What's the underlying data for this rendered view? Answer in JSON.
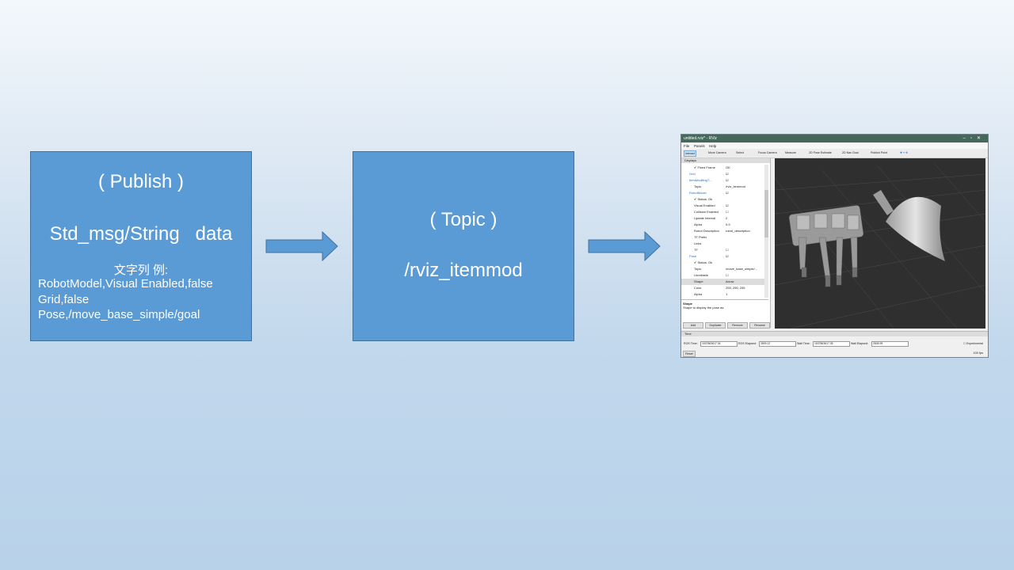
{
  "publish": {
    "title": "( Publish )",
    "type_line": "Std_msg/String   data",
    "example_heading": "文字列  例:",
    "examples": [
      "RobotModel,Visual Enabled,false",
      "Grid,false",
      "Pose,/move_base_simple/goal"
    ]
  },
  "topic": {
    "title": "( Topic )",
    "name": "/rviz_itemmod"
  },
  "rviz": {
    "window_title": "untitled.rviz* - RViz",
    "menus": [
      "File",
      "Panels",
      "Help"
    ],
    "tools": [
      "Interact",
      "Move Camera",
      "Select",
      "Focus Camera",
      "Measure",
      "2D Pose Estimate",
      "2D Nav Goal",
      "Publish Point"
    ],
    "displays_header": "Displays",
    "rows": [
      {
        "name": "✔ Fixed Frame",
        "value": "OK"
      },
      {
        "name": "Grid",
        "value": "☑"
      },
      {
        "name": "ItemModifingT...",
        "value": "☑"
      },
      {
        "name": "Topic",
        "value": "/rviz_itemmod"
      },
      {
        "name": "RobotModel",
        "value": "☑"
      },
      {
        "name": "✔ Status: Ok",
        "value": ""
      },
      {
        "name": "Visual Enabled",
        "value": "☑"
      },
      {
        "name": "Collision Enabled",
        "value": "☐"
      },
      {
        "name": "Update Interval",
        "value": "2"
      },
      {
        "name": "Alpha",
        "value": "0.9"
      },
      {
        "name": "Robot Description",
        "value": "robot_description"
      },
      {
        "name": "TF Prefix",
        "value": ""
      },
      {
        "name": "Links",
        "value": ""
      },
      {
        "name": "TF",
        "value": "☐"
      },
      {
        "name": "Pose",
        "value": "☑"
      },
      {
        "name": "✔ Status: Ok",
        "value": ""
      },
      {
        "name": "Topic",
        "value": "/move_base_simple/..."
      },
      {
        "name": "Unreliable",
        "value": "☐"
      },
      {
        "name": "Shape",
        "value": "Arrow"
      },
      {
        "name": "Color",
        "value": "255; 255; 255"
      },
      {
        "name": "Alpha",
        "value": "1"
      }
    ],
    "desc_title": "Shape",
    "desc_text": "Shape to display the pose as.",
    "buttons": [
      "Add",
      "Duplicate",
      "Remove",
      "Rename"
    ],
    "time_header": "Time",
    "time_fields": [
      {
        "label": "ROS Time:",
        "value": "1537863617.34"
      },
      {
        "label": "ROS Elapsed:",
        "value": "2809.12"
      },
      {
        "label": "Wall Time:",
        "value": "1537863617.35"
      },
      {
        "label": "Wall Elapsed:",
        "value": "2808.99"
      }
    ],
    "experimental": "☐ Experimental",
    "reset": "Reset",
    "fps": "100 fps"
  }
}
